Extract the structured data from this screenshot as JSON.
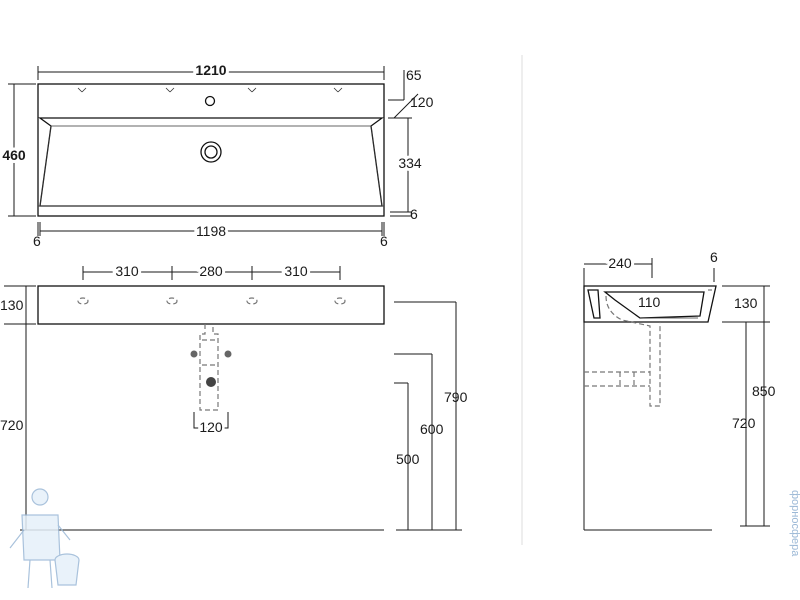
{
  "top_view": {
    "overall_width": "1210",
    "overall_depth": "460",
    "back_offset": "65",
    "rim_depth": "120",
    "bowl_depth": "334",
    "front_rim": "6",
    "inner_width": "1198",
    "left_side": "6",
    "right_side": "6"
  },
  "front_view": {
    "hole_spacing_left": "310",
    "hole_spacing_middle": "280",
    "hole_spacing_right": "310",
    "basin_height": "130",
    "mount_height": "720",
    "height_top": "790",
    "height_mid": "600",
    "height_low": "500",
    "waste_spacing": "120"
  },
  "side_view": {
    "depth_to_waste": "240",
    "wall_thickness": "6",
    "waste_height": "110",
    "basin_height": "130",
    "overall_height": "850",
    "mount_height": "720"
  },
  "watermark": {
    "text": "форносфера"
  }
}
